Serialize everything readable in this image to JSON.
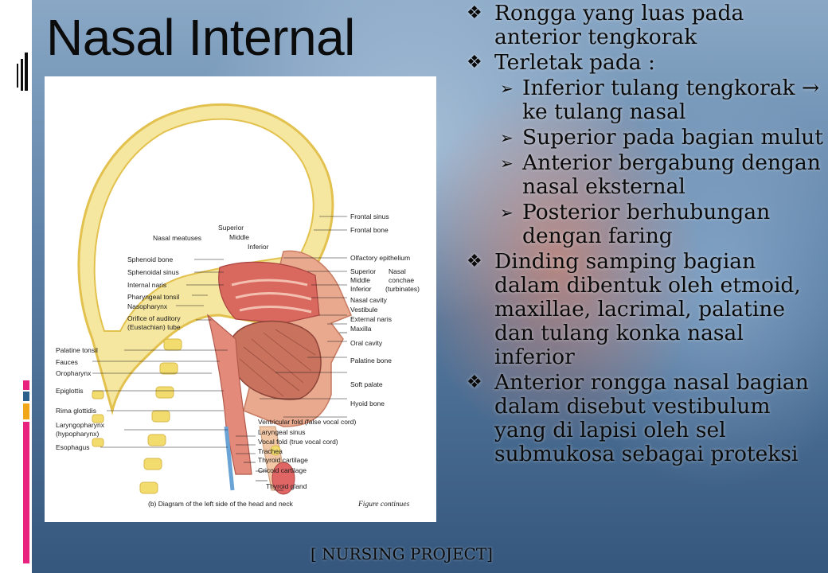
{
  "slide": {
    "title": "Nasal Internal",
    "footer": "[ NURSING PROJECT]"
  },
  "bullets": [
    {
      "marker": "❖",
      "text": "Rongga yang luas pada anterior tengkorak"
    },
    {
      "marker": "❖",
      "text": "Terletak pada :"
    },
    {
      "marker": "➢",
      "text": "Inferior tulang tengkorak → ke tulang nasal",
      "sub": true
    },
    {
      "marker": "➢",
      "text": "Superior pada bagian mulut",
      "sub": true
    },
    {
      "marker": "➢",
      "text": "Anterior bergabung dengan nasal eksternal",
      "sub": true
    },
    {
      "marker": "➢",
      "text": "Posterior berhubungan dengan faring",
      "sub": true
    },
    {
      "marker": "❖",
      "text": "Dinding samping bagian dalam dibentuk oleh etmoid, maxillae, lacrimal, palatine dan tulang konka nasal inferior"
    },
    {
      "marker": "❖",
      "text": "Anterior rongga nasal bagian dalam disebut vestibulum yang di lapisi oleh sel submukosa sebagai proteksi"
    }
  ],
  "figure": {
    "caption": "(b) Diagram of the left side of the head and neck",
    "continues": "Figure continues",
    "labels_right": [
      "Frontal sinus",
      "Frontal bone",
      "Olfactory epithelium",
      "Superior",
      "Middle",
      "Inferior",
      "Nasal",
      "conchae",
      "(turbinates)",
      "Nasal cavity",
      "Vestibule",
      "External naris",
      "Maxilla",
      "Oral cavity",
      "Palatine bone",
      "Soft palate",
      "Hyoid bone",
      "Ventricular fold (false vocal cord)",
      "Laryngeal sinus",
      "Vocal fold (true vocal cord)",
      "Trachea",
      "Thyroid cartilage",
      "Cricoid cartilage",
      "Thyroid gland"
    ],
    "labels_left": [
      "Nasal meatuses",
      "Superior",
      "Middle",
      "Inferior",
      "Sphenoid bone",
      "Sphenoidal sinus",
      "Internal naris",
      "Pharyngeal tonsil",
      "Nasopharynx",
      "Orifice of auditory",
      "(Eustachian) tube",
      "Palatine tonsil",
      "Fauces",
      "Oropharynx",
      "Epiglottis",
      "Rima glottidis",
      "Laryngopharynx",
      "(hypopharynx)",
      "Esophagus"
    ]
  },
  "colors": {
    "accent_pink": "#e8237f",
    "accent_blue": "#2b5f8c",
    "accent_orange": "#f2a71a",
    "bone_yellow": "#f3dc6e",
    "tissue_red": "#d9685f"
  }
}
